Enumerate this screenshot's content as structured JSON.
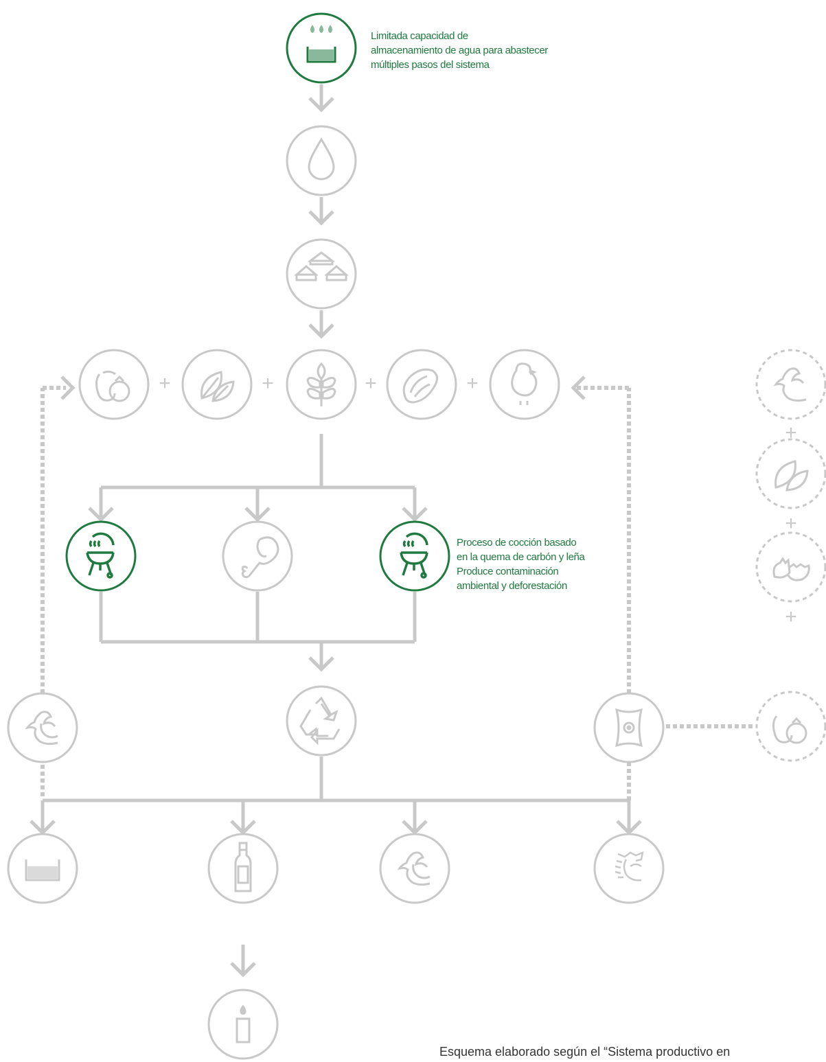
{
  "colors": {
    "gray": "#c8c8c8",
    "green": "#1e7a3e",
    "light_green": "#8ab89a",
    "text": "#333333"
  },
  "notes": {
    "water_storage": [
      "Limitada capacidad de",
      "almacenamiento de agua para abastecer",
      "múltiples pasos del sistema"
    ],
    "cooking": [
      "Proceso de cocción basado",
      "en la quema de carbón y leña",
      "Produce contaminación",
      "ambiental y deforestación"
    ]
  },
  "caption": "Esquema  elaborado según el “Sistema productivo en",
  "plus_sign": "+",
  "nodes": [
    {
      "name": "water-tank-node",
      "icon": "water-tank-icon",
      "highlight": true
    },
    {
      "name": "water-drop-node",
      "icon": "water-drop-icon",
      "highlight": false
    },
    {
      "name": "food-stack-node",
      "icon": "food-stack-icon",
      "highlight": false
    },
    {
      "name": "vegetables-node",
      "icon": "vegetables-icon",
      "highlight": false
    },
    {
      "name": "leaves-node",
      "icon": "leaves-icon",
      "highlight": false
    },
    {
      "name": "grain-node",
      "icon": "grain-icon",
      "highlight": false
    },
    {
      "name": "meat-node",
      "icon": "meat-icon",
      "highlight": false
    },
    {
      "name": "chicken-node",
      "icon": "chick-icon",
      "highlight": false
    },
    {
      "name": "grill-left-node",
      "icon": "grill-icon",
      "highlight": true
    },
    {
      "name": "drumstick-node",
      "icon": "drumstick-icon",
      "highlight": false
    },
    {
      "name": "grill-right-node",
      "icon": "grill-icon",
      "highlight": true
    },
    {
      "name": "recycle-node",
      "icon": "recycle-icon",
      "highlight": false
    },
    {
      "name": "peel-left-node",
      "icon": "banana-peel-icon",
      "highlight": false
    },
    {
      "name": "fertilizer-bag-node",
      "icon": "fertilizer-bag-icon",
      "highlight": false
    },
    {
      "name": "input-peel-node",
      "icon": "banana-peel-icon",
      "highlight": false
    },
    {
      "name": "input-leaves-node",
      "icon": "leaves-icon",
      "highlight": false
    },
    {
      "name": "input-eggshell-node",
      "icon": "eggshell-icon",
      "highlight": false
    },
    {
      "name": "input-vegetables-node",
      "icon": "vegetables-icon",
      "highlight": false
    },
    {
      "name": "waste-water-node",
      "icon": "water-container-icon",
      "highlight": false
    },
    {
      "name": "oil-bottle-node",
      "icon": "bottle-icon",
      "highlight": false
    },
    {
      "name": "organic-waste-node",
      "icon": "banana-peel-icon",
      "highlight": false
    },
    {
      "name": "fish-waste-node",
      "icon": "fish-bones-icon",
      "highlight": false
    },
    {
      "name": "candle-node",
      "icon": "candle-icon",
      "highlight": false
    }
  ]
}
